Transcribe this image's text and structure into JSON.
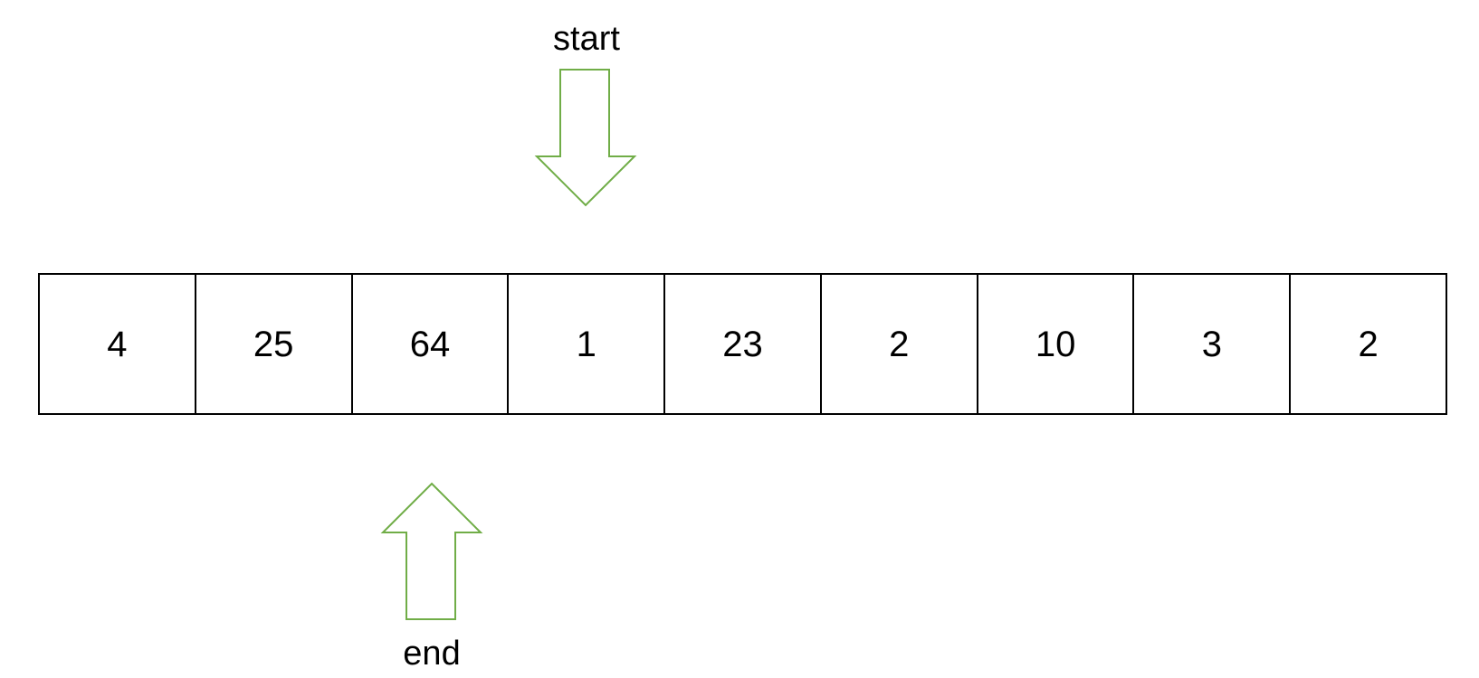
{
  "array": {
    "values": [
      "4",
      "25",
      "64",
      "1",
      "23",
      "2",
      "10",
      "3",
      "2"
    ]
  },
  "pointers": {
    "start": {
      "label": "start",
      "index": 3,
      "direction": "down"
    },
    "end": {
      "label": "end",
      "index": 2,
      "direction": "up"
    }
  },
  "colors": {
    "arrow_stroke": "#70ad47",
    "cell_border": "#000000",
    "text": "#000000",
    "background": "#ffffff"
  }
}
